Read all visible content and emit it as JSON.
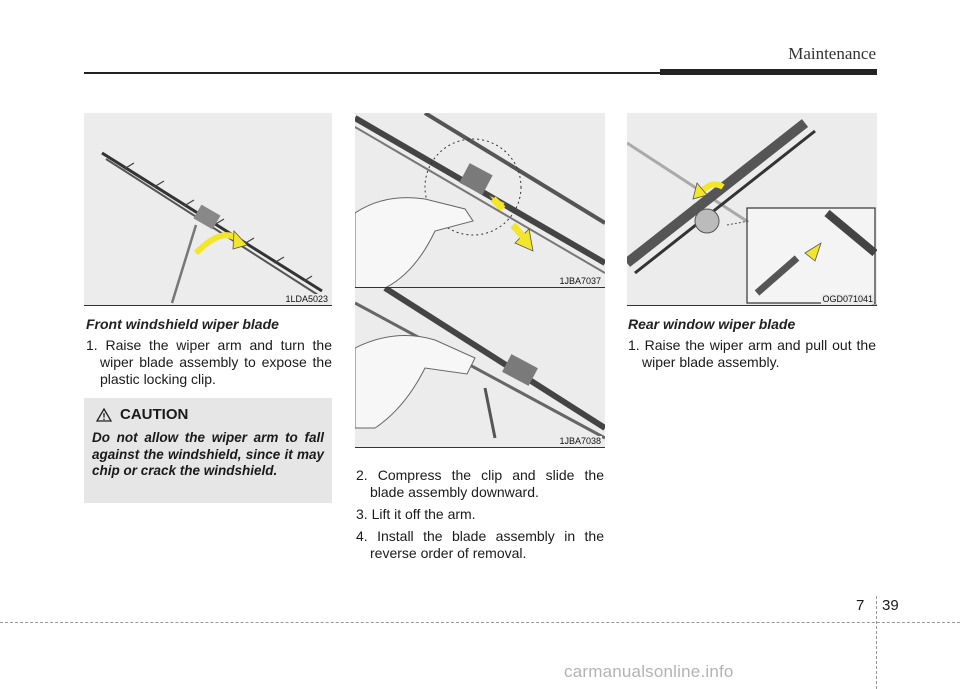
{
  "header": {
    "section": "Maintenance"
  },
  "figures": {
    "fig1": {
      "code": "1LDA5023"
    },
    "fig2": {
      "code": "1JBA7037"
    },
    "fig3": {
      "code": "1JBA7038"
    },
    "fig4": {
      "code": "OGD071041"
    }
  },
  "front": {
    "title": "Front windshield wiper blade",
    "steps": [
      "1. Raise the wiper arm and turn the wiper blade assembly to expose the plastic locking clip."
    ]
  },
  "caution": {
    "title": "CAUTION",
    "text": "Do not allow the wiper arm to fall against the windshield, since it may chip or crack the windshield."
  },
  "middle": {
    "steps": [
      "2. Compress the clip and slide the blade assembly downward.",
      "3. Lift it off the arm.",
      "4. Install the blade assembly in the reverse order of removal."
    ]
  },
  "rear": {
    "title": "Rear window wiper blade",
    "steps": [
      "1. Raise the wiper arm and pull out the wiper blade assembly."
    ]
  },
  "footer": {
    "chapter": "7",
    "page": "39",
    "watermark": "carmanualsonline.info"
  },
  "colors": {
    "arrow": "#f2e52a",
    "figure_bg": "#ececec",
    "caution_bg": "#e6e6e6"
  }
}
